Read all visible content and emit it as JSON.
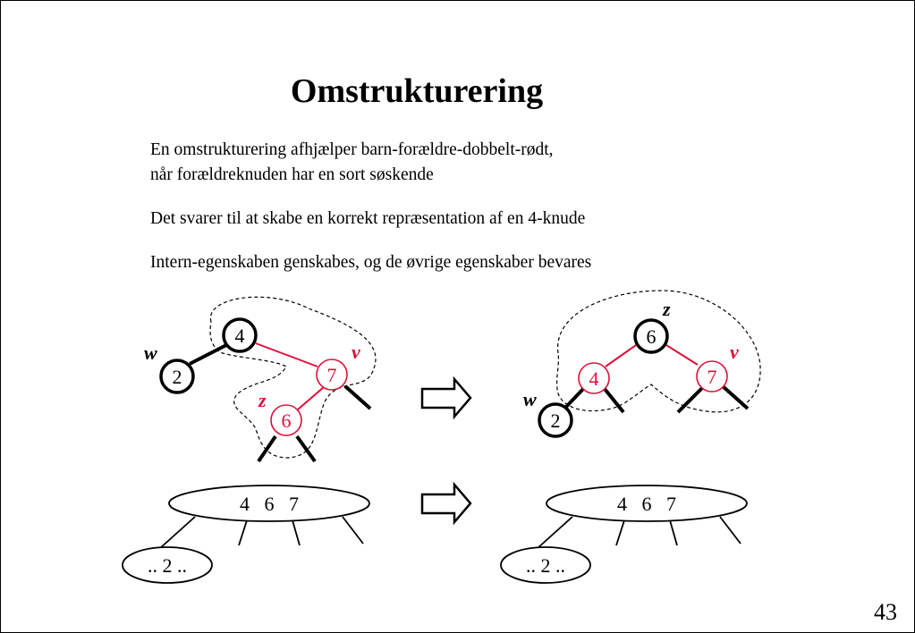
{
  "slide": {
    "title": "Omstrukturering",
    "lines": [
      "En omstrukturering afhjælper barn-forældre-dobbelt-rødt,",
      "når forældreknuden har en sort søskende",
      "Det svarer til at skabe en korrekt repræsentation af en 4-knude",
      "Intern-egenskaben genskabes, og de øvrige egenskaber bevares"
    ],
    "page_number": "43"
  },
  "colors": {
    "red": "#e0103a",
    "black": "#000000"
  },
  "left_tree": {
    "nodes": {
      "n4": "4",
      "n2": "2",
      "n7": "7",
      "n6": "6"
    },
    "labels": {
      "w": "w",
      "v": "v",
      "z": "z"
    }
  },
  "right_tree": {
    "nodes": {
      "n6": "6",
      "n4": "4",
      "n7": "7",
      "n2": "2"
    },
    "labels": {
      "z": "z",
      "v": "v",
      "w": "w"
    }
  },
  "four_node": {
    "left": {
      "keys": "4   6   7",
      "child": ".. 2 .."
    },
    "right": {
      "keys": "4   6   7",
      "child": ".. 2 .."
    }
  },
  "arrows": [
    "restructure-arrow-top",
    "restructure-arrow-bottom"
  ]
}
